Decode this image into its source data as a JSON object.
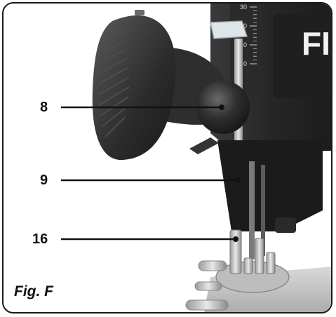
{
  "figure": {
    "caption": "Fig. F",
    "brand_partial": "FI",
    "depth_scale_ticks": [
      "30",
      "20",
      "10",
      "0"
    ]
  },
  "callouts": [
    {
      "id": "8",
      "label": "8"
    },
    {
      "id": "9",
      "label": "9"
    },
    {
      "id": "16",
      "label": "16"
    }
  ]
}
